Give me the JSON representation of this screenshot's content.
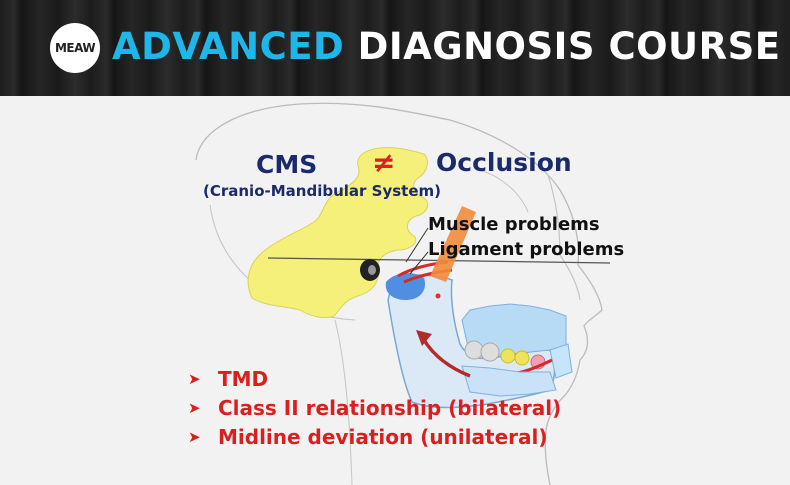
{
  "header": {
    "logo_text": "MEAW",
    "title_accent": "ADVANCED",
    "title_rest": " DIAGNOSIS COURSE"
  },
  "diagram": {
    "cms": "CMS",
    "not_equal": "≠",
    "occlusion": "Occlusion",
    "cms_full": "(Cranio-Mandibular System)",
    "muscle": "Muscle problems",
    "ligament": "Ligament problems"
  },
  "findings": [
    {
      "label": "TMD"
    },
    {
      "label": "Class II relationship (bilateral)"
    },
    {
      "label": "Midline deviation (unilateral)"
    }
  ],
  "colors": {
    "accent_blue": "#1fb6ea",
    "finding_red": "#d82020",
    "label_navy": "#1b2a6b",
    "skull_yellow": "#f5f07a"
  }
}
